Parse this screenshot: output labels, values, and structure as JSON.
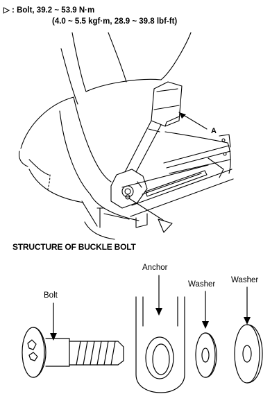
{
  "spec": {
    "tightening_icon": "open-triangle-icon",
    "line1": "▷ : Bolt, 39.2 ~ 53.9 N·m",
    "line2": "(4.0 ~ 5.5 kgf·m, 28.9 ~ 39.8 lbf-ft)"
  },
  "illustration": {
    "callout": "A"
  },
  "structure": {
    "heading": "STRUCTURE OF BUCKLE BOLT",
    "parts": {
      "bolt": "Bolt",
      "anchor": "Anchor",
      "washer_1": "Washer",
      "washer_2": "Washer"
    }
  }
}
